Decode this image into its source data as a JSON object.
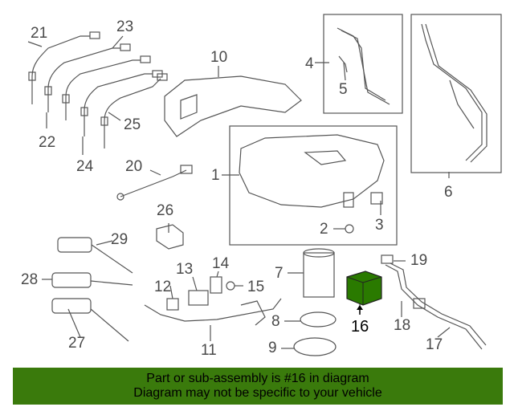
{
  "diagram": {
    "callouts": [
      {
        "id": "c1",
        "label": "1"
      },
      {
        "id": "c2",
        "label": "2"
      },
      {
        "id": "c3",
        "label": "3"
      },
      {
        "id": "c4",
        "label": "4"
      },
      {
        "id": "c5",
        "label": "5"
      },
      {
        "id": "c6",
        "label": "6"
      },
      {
        "id": "c7",
        "label": "7"
      },
      {
        "id": "c8",
        "label": "8"
      },
      {
        "id": "c9",
        "label": "9"
      },
      {
        "id": "c10",
        "label": "10"
      },
      {
        "id": "c11",
        "label": "11"
      },
      {
        "id": "c12",
        "label": "12"
      },
      {
        "id": "c13",
        "label": "13"
      },
      {
        "id": "c14",
        "label": "14"
      },
      {
        "id": "c15",
        "label": "15"
      },
      {
        "id": "c16",
        "label": "16"
      },
      {
        "id": "c17",
        "label": "17"
      },
      {
        "id": "c18",
        "label": "18"
      },
      {
        "id": "c19",
        "label": "19"
      },
      {
        "id": "c20",
        "label": "20"
      },
      {
        "id": "c21",
        "label": "21"
      },
      {
        "id": "c22",
        "label": "22"
      },
      {
        "id": "c23",
        "label": "23"
      },
      {
        "id": "c24",
        "label": "24"
      },
      {
        "id": "c25",
        "label": "25"
      },
      {
        "id": "c26",
        "label": "26"
      },
      {
        "id": "c27",
        "label": "27"
      },
      {
        "id": "c28",
        "label": "28"
      },
      {
        "id": "c29",
        "label": "29"
      }
    ],
    "highlight_part": "16",
    "highlight_color": "#2a7a00",
    "line_color": "#555555"
  },
  "banner": {
    "line1": "Part or sub-assembly is #16 in diagram",
    "line2": "Diagram may not be specific to your vehicle",
    "color": "#3a7a0c"
  }
}
